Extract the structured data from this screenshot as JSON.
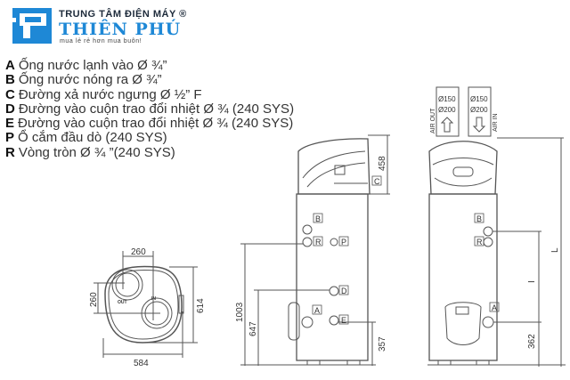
{
  "logo": {
    "line1": "TRUNG TÂM ĐIỆN MÁY ®",
    "line2": "THIÊN PHÚ",
    "tagline": "mua lẻ rẻ hơn mua buôn!",
    "color": "#1e88d6"
  },
  "legend": [
    {
      "key": "A",
      "text": "Ống nước lạnh vào Ø ¾”"
    },
    {
      "key": "B",
      "text": "Ống nước nóng ra Ø ¾”"
    },
    {
      "key": "C",
      "text": "Đường xả nước ngưng Ø ½” F"
    },
    {
      "key": "D",
      "text": "Đường vào cuộn trao đổi nhiệt Ø ¾ (240 SYS)"
    },
    {
      "key": "E",
      "text": "Đường vào cuộn trao đổi nhiệt Ø ¾ (240 SYS)"
    },
    {
      "key": "P",
      "text": "Ổ cắm đầu dò (240 SYS)"
    },
    {
      "key": "R",
      "text": "Vòng tròn Ø ¾ ”(240 SYS)"
    }
  ],
  "top_view": {
    "dim_width": "584",
    "dim_depth": "614",
    "dim_top": "260",
    "dim_left": "260",
    "out_label": "OUT",
    "in_label": "IN"
  },
  "side_view": {
    "dim_1003": "1003",
    "dim_647": "647",
    "dim_357": "357",
    "dim_458": "458",
    "labels": {
      "A": "A",
      "B": "B",
      "C": "C",
      "D": "D",
      "E": "E",
      "P": "P",
      "R": "R"
    }
  },
  "front_view": {
    "air_out": "AIR OUT",
    "air_in": "AIR IN",
    "duct1": [
      "Ø150",
      "Ø200"
    ],
    "duct2": [
      "Ø150",
      "Ø200"
    ],
    "dim_362": "362",
    "dim_I": "I",
    "dim_L": "L",
    "labels": {
      "A": "A",
      "B": "B",
      "R": "R"
    }
  }
}
